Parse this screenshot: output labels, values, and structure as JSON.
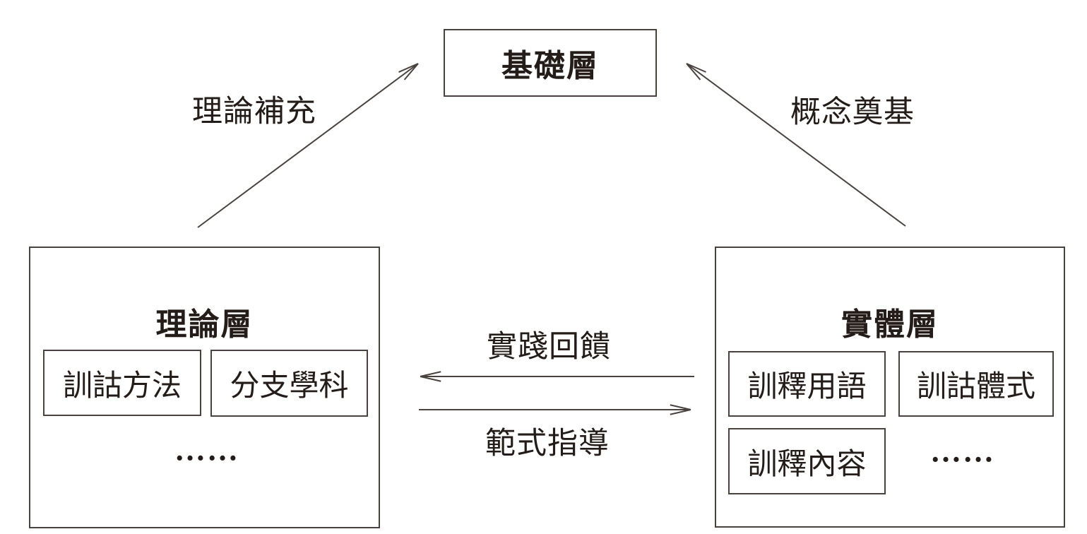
{
  "diagram": {
    "nodes": {
      "foundation": {
        "label": "基礎層"
      },
      "theory": {
        "label": "理論層",
        "children": [
          "訓詁方法",
          "分支學科"
        ],
        "ellipsis": "……"
      },
      "entity": {
        "label": "實體層",
        "children": [
          "訓釋用語",
          "訓詁體式",
          "訓釋內容"
        ],
        "ellipsis": "……"
      }
    },
    "edges": [
      {
        "label": "理論補充",
        "from": "theory",
        "to": "foundation"
      },
      {
        "label": "概念奠基",
        "from": "entity",
        "to": "foundation"
      },
      {
        "label": "實踐回饋",
        "from": "entity",
        "to": "theory"
      },
      {
        "label": "範式指導",
        "from": "theory",
        "to": "entity"
      }
    ],
    "colors": {
      "ink": "#231c19",
      "line": "#4a423f",
      "background": "#ffffff"
    }
  }
}
